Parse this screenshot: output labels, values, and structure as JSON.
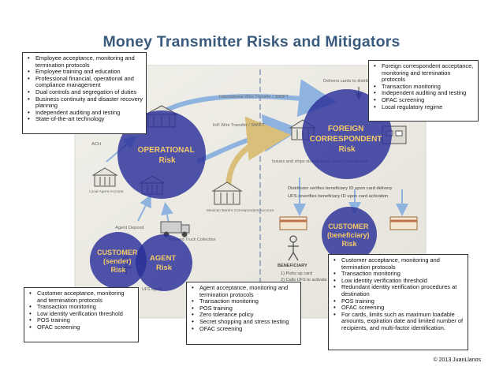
{
  "title": "Money Transmitter Risks and Mitigators",
  "copyright": "© 2013 JuanLlanos",
  "colors": {
    "title": "#3b5b7e",
    "risk_circle": "#2a2f9a",
    "panel_bg": "#e9e8df",
    "arrow_blue": "#8fb3df",
    "arrow_gold": "#d9bf7a"
  },
  "risks": {
    "operational": "OPERATIONAL Risk",
    "foreign_correspondent": "FOREIGN CORRESPONDENT Risk",
    "customer_sender": "CUSTOMER (sender) Risk",
    "agent": "AGENT Risk",
    "customer_beneficiary": "CUSTOMER (beneficiary) Risk"
  },
  "flow_labels": {
    "international_wire": "International Wire Transfer / SWIFT",
    "intl_wire": "Int'l Wire Transfer / SWIFT",
    "delivers_cards": "Delivers cards to distributors",
    "ach": "ACH",
    "agent_deposit": "Agent Deposit",
    "armored_truck": "Armored Truck Collection",
    "issues_ships": "Issues and ships stored-value card to distributors",
    "distributor_verifies": "Distributor verifies beneficiary ID upon card delivery",
    "ufs_reverifies": "UFS reverifies beneficiary ID upon card activation",
    "beneficiary": "BENEFICIARY",
    "picks_up": "1) Picks up card",
    "calls_ufs": "2) Calls UFS to activate",
    "local_agent_account": "Local Agent Account",
    "mexican_bank_account": "Mexican Bank's Correspondent Account",
    "ufs_agent": "UFS Agent"
  },
  "mitigators": {
    "operational": [
      "Employee acceptance, monitoring and termination protocols",
      "Employee training and education",
      "Professional financial, operational and compliance management",
      "Dual controls and segregation of duties",
      "Business continuity and disaster recovery planning",
      "Independent auditing and testing",
      "State-of-the-art technology"
    ],
    "foreign_correspondent": [
      "Foreign correspondent acceptance, monitoring and termination protocols",
      "Transaction monitoring",
      "Independent auditing and testing",
      "OFAC screening",
      "Local regulatory regime"
    ],
    "customer_sender": [
      "Customer acceptance, monitoring and termination protocols",
      "Transaction monitoring",
      "Low identity verification threshold",
      "POS training",
      "OFAC screening"
    ],
    "agent": [
      "Agent acceptance, monitoring and termination protocols",
      "Transaction monitoring",
      "POS training",
      "Zero tolerance policy",
      "Secret shopping and stress testing",
      "OFAC screening"
    ],
    "customer_beneficiary": [
      "Customer acceptance, monitoring and termination protocols",
      "Transaction monitoring",
      "Low identity verification threshold",
      "Redundant identity verification procedures at destination",
      "POS training",
      "OFAC screening",
      "For cards, limits such as maximum loadable amounts, expiration date and limited number of recipients, and multi-factor identification."
    ]
  }
}
